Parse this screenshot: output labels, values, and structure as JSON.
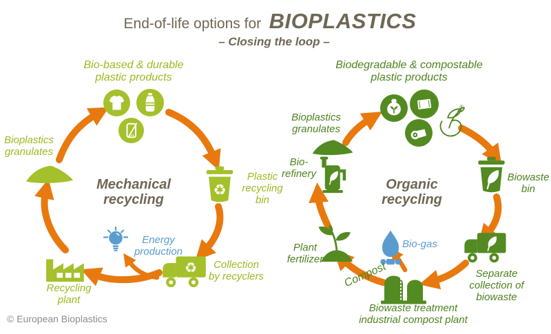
{
  "title": {
    "prefix": "End-of-life options for",
    "emphasis": "BIOPLASTICS",
    "subtitle": "– Closing the loop –"
  },
  "mech": {
    "heading": "Bio-based & durable plastic products",
    "center": "Mechanical recycling",
    "granulates": "Bioplastics granulates",
    "bin": "Plastic recycling bin",
    "collection": "Collection by recyclers",
    "energy": "Energy production",
    "plant": "Recycling plant"
  },
  "org": {
    "heading": "Biodegradable & compostable plastic products",
    "center": "Organic recycling",
    "granulates": "Bioplastics granulates",
    "refinery": "Bio-refinery",
    "bin": "Biowaste bin",
    "collection": "Separate collection of biowaste",
    "biogas": "Bio-gas",
    "compost_plant": "Biowaste treatment industrial compost plant",
    "compost": "Compost",
    "fertilizer": "Plant fertilizer",
    "reg": "®"
  },
  "footer": {
    "copyright": "© European Bioplastics"
  },
  "glyphs": {
    "recycle": "♻"
  },
  "colors": {
    "light_green": "#a4c02b",
    "light_green_text": "#9bb91f",
    "dark_green": "#538a21",
    "dark_green_text": "#4f831f",
    "orange": "#e8790f",
    "blue": "#5b9ccf",
    "brown": "#6f6754",
    "gray": "#8c8c8c"
  },
  "icon_names": [
    "t-shirt-icon",
    "plastic-bottle-icon",
    "smartphone-icon",
    "granulates-pile-icon",
    "recycling-bin-icon",
    "collection-truck-icon",
    "energy-bulb-icon",
    "recycling-plant-icon",
    "waste-bag-icon",
    "packaging-film-icon",
    "film-roll-icon",
    "seedling-compostable-logo-icon",
    "biowaste-bin-icon",
    "biowaste-truck-icon",
    "biogas-flame-icon",
    "compost-plant-tanks-icon",
    "plant-fertilizer-icon",
    "biorefinery-icon"
  ]
}
